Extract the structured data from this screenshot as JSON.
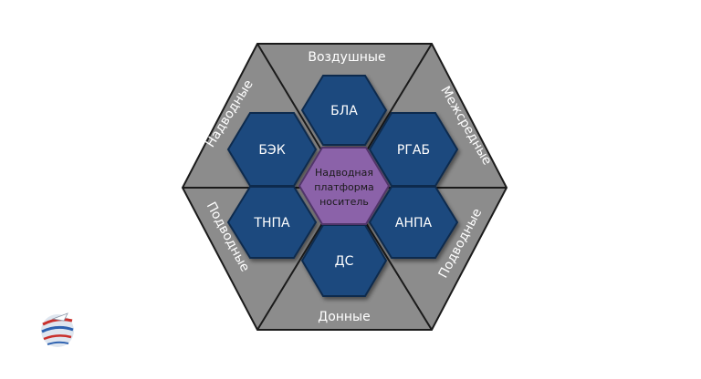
{
  "diagram": {
    "sectors": {
      "top": "Воздушные",
      "upper_left": "Надводные",
      "upper_right": "Межсредные",
      "lower_left": "Подводные",
      "lower_right": "Подводные",
      "bottom": "Донные"
    },
    "center": {
      "line1": "Надводная",
      "line2": "платформа",
      "line3": "носитель"
    },
    "hexes": {
      "top": "БЛА",
      "upper_left": "БЭК",
      "upper_right": "РГАБ",
      "lower_left": "ТНПА",
      "lower_right": "АНПА",
      "bottom": "ДС"
    }
  },
  "colors": {
    "outer_fill": "#8c8c8c",
    "outer_stroke": "#1a1a1a",
    "hex_fill": "#1f4a7e",
    "hex_stroke": "#0f2b4d",
    "center_fill": "#8b62a9",
    "center_stroke": "#51356a",
    "text_light": "#ffffff",
    "text_dark": "#1a1a1a"
  },
  "logo": {
    "icon": "globe-swoosh-logo"
  }
}
